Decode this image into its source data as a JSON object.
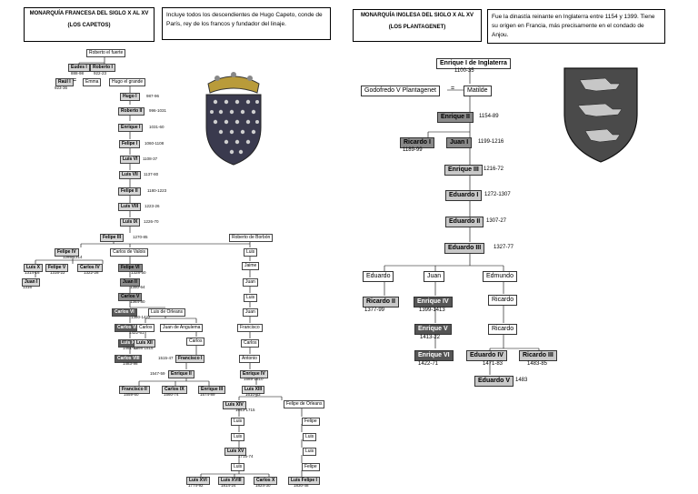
{
  "fr": {
    "title": "MONARQUÍA FRANCESA DEL SIGLO X AL XV",
    "subtitle": "(LOS CAPETOS)",
    "info": "Incluye todos los descendientes de Hugo Capeto, conde de París, rey de los francos y fundador del linaje.",
    "n": {
      "roberto_fuerte": "Roberto el fuerte",
      "eudes": "Eudes I",
      "roberto1": "Roberto I",
      "raul": "Raúl I",
      "emma": "Emma",
      "hugo_grande": "Hugo el grande",
      "hugo1": "Hugo I",
      "roberto2": "Roberto II",
      "enrique1": "Enrique I",
      "felipe1": "Felipe I",
      "luis6": "Luis VI",
      "luis7": "Luis VII",
      "felipe2": "Felipe II",
      "luis8": "Luis VIII",
      "luis9": "Luis IX",
      "felipe3": "Felipe III",
      "roberto_borbon": "Roberto de Borbón",
      "felipe4": "Felipe IV",
      "carlos_valois": "Carlos de Valois",
      "luis10": "Luis X",
      "felipe5": "Felipe V",
      "carlos4": "Carlos IV",
      "juan1": "Juan I",
      "felipe6": "Felipe VI",
      "juan2": "Juan II",
      "carlos5": "Carlos V",
      "carlos6": "Carlos VI",
      "luis_orleans": "Luis de Orleans",
      "carlos7": "Carlos VII",
      "carlos_o": "Carlos",
      "juan_ang": "Juan de Angulema",
      "luis11": "Luis XI",
      "luis12": "Luis XII",
      "carlos_a": "Carlos",
      "carlos8": "Carlos VIII",
      "francisco1": "Francisco I",
      "enrique2": "Enrique II",
      "francisco2": "Francisco II",
      "carlos9": "Carlos IX",
      "enrique3": "Enrique III",
      "b_luis": "Luis",
      "b_jaime": "Jaime",
      "b_juan": "Juan",
      "b_luis2": "Luis",
      "b_juan2": "Juan",
      "b_francisco": "Francisco",
      "b_carlos": "Carlos",
      "b_antonio": "Antonio",
      "enrique4": "Enrique IV",
      "luis13": "Luis XIII",
      "luis14": "Luis XIV",
      "felipe_orleans": "Felipe de Orleans",
      "l1": "Luis",
      "l2": "Luis",
      "luis15": "Luis XV",
      "l3": "Luis",
      "o1": "Felipe",
      "o2": "Luis",
      "o3": "Luis",
      "o4": "Felipe",
      "luis16": "Luis XVI",
      "luis18": "Luis XVIII",
      "carlos10": "Carlos X",
      "luis_felipe": "Luis Felipe I"
    },
    "y": {
      "eudes": "888-98",
      "roberto1": "922-23",
      "raul": "923-36",
      "hugo1": "987-96",
      "roberto2": "996-1031",
      "enrique1": "1031-60",
      "felipe1": "1060-1108",
      "luis6": "1108-37",
      "luis7": "1137-80",
      "felipe2": "1180-1223",
      "luis8": "1223-26",
      "luis9": "1226-70",
      "felipe3": "1270-85",
      "felipe4": "1285-1314",
      "luis10": "1314-16",
      "felipe5": "1316-22",
      "carlos4": "1322-28",
      "juan1": "1316",
      "felipe6": "1328-50",
      "juan2": "1350-64",
      "carlos5": "1364-80",
      "carlos6": "1380-1422",
      "carlos7": "1422-61",
      "luis11": "1461-83",
      "luis12": "1498-1515",
      "carlos8": "1483-98",
      "francisco1": "1515-47",
      "enrique2": "1547-59",
      "francisco2": "1559-60",
      "carlos9": "1560-74",
      "enrique3": "1574-89",
      "enrique4": "1589-1610",
      "luis13": "1610-43",
      "luis14": "1643-1715",
      "luis15": "1715-74",
      "luis16": "1774-92",
      "luis18": "1814-24",
      "carlos10": "1824-30",
      "luis_felipe": "1830-48"
    }
  },
  "en": {
    "title": "MONARQUÍA INGLESA DEL SIGLO X AL XV",
    "subtitle": "(LOS PLANTAGENET)",
    "info": "Fue la dinastía reinante en Inglaterra entre 1154 y 1399. Tiene su origen en Francia, más precisamente en el condado de Anjou.",
    "n": {
      "enrique1": "Enrique I de Inglaterra",
      "godofredo": "Godofredo V Plantagenet",
      "matilde": "Matilde",
      "enrique2": "Enrique II",
      "ricardo1": "Ricardo I",
      "juan1": "Juan I",
      "enrique3": "Enrique III",
      "eduardo1": "Eduardo I",
      "eduardo2": "Eduardo II",
      "eduardo3": "Eduardo III",
      "eduardo": "Eduardo",
      "juan": "Juan",
      "edmundo": "Edmundo",
      "ricardo2": "Ricardo II",
      "enrique4": "Enrique IV",
      "ricardo_a": "Ricardo",
      "ricardo_b": "Ricardo",
      "enrique5": "Enrique V",
      "enrique6": "Enrique VI",
      "eduardo4": "Eduardo IV",
      "ricardo3": "Ricardo III",
      "eduardo5": "Eduardo V"
    },
    "y": {
      "enrique1": "1100-35",
      "enrique2": "1154-89",
      "ricardo1": "1189-99",
      "juan1": "1199-1216",
      "enrique3": "1216-72",
      "eduardo1": "1272-1307",
      "eduardo2": "1307-27",
      "eduardo3": "1327-77",
      "ricardo2": "1377-99",
      "enrique4": "1399-1413",
      "enrique5": "1413-22",
      "enrique6": "1422-71",
      "eduardo4": "1471-83",
      "ricardo3": "1483-85",
      "eduardo5": "1483"
    }
  },
  "eq": "="
}
